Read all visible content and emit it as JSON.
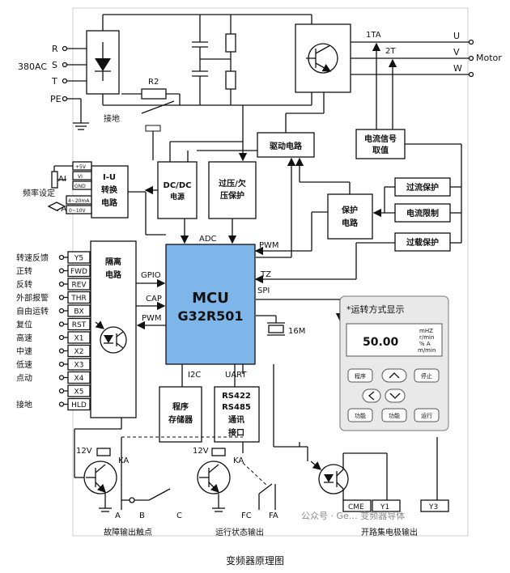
{
  "caption": "变频器原理图",
  "watermark": "公众号 · Ge… 变频器导体",
  "power_input": {
    "label": "380AC",
    "phases": [
      "R",
      "S",
      "T"
    ],
    "pe": "PE",
    "resistor": "R2",
    "ground_label": "接地"
  },
  "motor": {
    "phases": [
      "U",
      "V",
      "W"
    ],
    "label": "Motor",
    "ct1": "1TA",
    "ct2": "2T"
  },
  "blocks": {
    "drive": "驱动电路",
    "current_signal": [
      "电流信号",
      "取值"
    ],
    "iu": [
      "I-U",
      "转换",
      "电路"
    ],
    "dcdc": [
      "DC/DC",
      "电源"
    ],
    "ov_uv": [
      "过压/欠",
      "压保护"
    ],
    "protect": [
      "保护",
      "电路"
    ],
    "overcurrent_protect": "过流保护",
    "current_limit": "电流限制",
    "overload_protect": "过载保护",
    "isolation": [
      "隔离",
      "电路"
    ],
    "mcu": [
      "MCU",
      "G32R501"
    ],
    "program_memory": [
      "程序",
      "存储器"
    ],
    "comm": [
      "RS422",
      "RS485",
      "通讯",
      "接口"
    ]
  },
  "signals": {
    "adc": "ADC",
    "pwm_top": "PWM",
    "tz": "TZ",
    "spi": "SPI",
    "gpio": "GPIO",
    "cap": "CAP",
    "pwm_left": "PWM",
    "i2c": "I2C",
    "uart": "UART",
    "crystal": "16M"
  },
  "analog_input": {
    "ai": "AI",
    "freq_set": "频率设定",
    "pa": "PA",
    "pins": [
      "+5V",
      "VI",
      "GND"
    ],
    "pa_ranges": [
      "4~20mA",
      "0~10V"
    ]
  },
  "digital_inputs": [
    {
      "label": "转速反馈",
      "pin": "Y5"
    },
    {
      "label": "正转",
      "pin": "FWD"
    },
    {
      "label": "反转",
      "pin": "REV"
    },
    {
      "label": "外部报警",
      "pin": "THR"
    },
    {
      "label": "自由运转",
      "pin": "BX"
    },
    {
      "label": "复位",
      "pin": "RST"
    },
    {
      "label": "高速",
      "pin": "X1"
    },
    {
      "label": "中速",
      "pin": "X2"
    },
    {
      "label": "低速",
      "pin": "X3"
    },
    {
      "label": "点动",
      "pin": "X4"
    },
    {
      "label": "",
      "pin": "X5"
    },
    {
      "label": "接地",
      "pin": "HLD"
    }
  ],
  "display_panel": {
    "title": "*运转方式显示",
    "value": "50.00",
    "units": [
      "mHZ",
      "r/min",
      "% A",
      "m/min"
    ],
    "buttons_row1": [
      "程序",
      "",
      "停止"
    ],
    "buttons_row3": [
      "功能",
      "功能",
      "运行"
    ]
  },
  "outputs": {
    "relay1_v": "12V",
    "relay1_ka": "KA",
    "relay1_pins": [
      "A",
      "B",
      "C"
    ],
    "relay1_caption": "故障输出触点",
    "relay2_v": "12V",
    "relay2_ka": "KA",
    "relay2_pins": [
      "FC",
      "FA"
    ],
    "relay2_caption": "运行状态输出",
    "oc_pins": [
      "CME",
      "Y1",
      "Y3"
    ],
    "oc_caption": "开路集电极输出"
  }
}
